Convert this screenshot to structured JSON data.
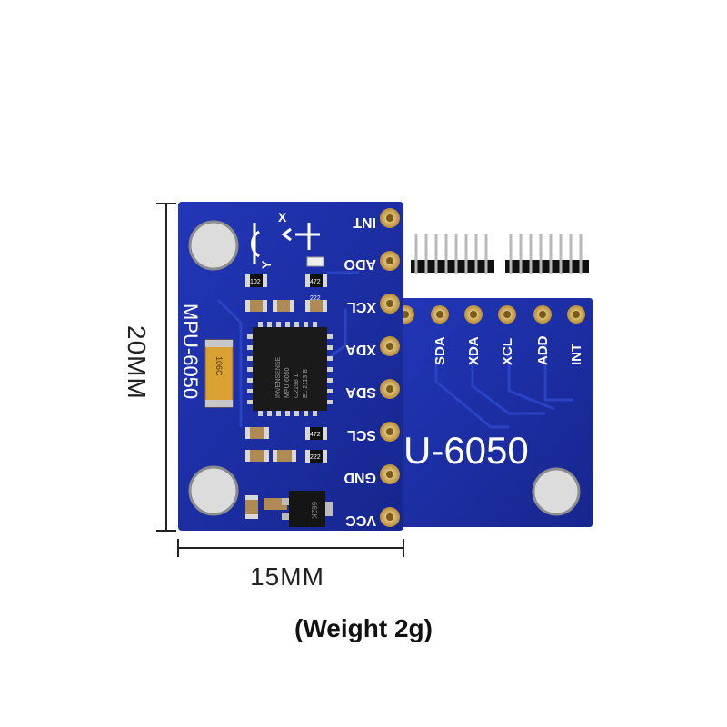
{
  "product": {
    "front_board": {
      "pins": [
        "INT",
        "ADO",
        "XCL",
        "XDA",
        "SDA",
        "SCL",
        "GND",
        "VCC"
      ],
      "model_label": "MPU-6050",
      "axis_labels": {
        "x": "X",
        "y": "Y"
      },
      "resistor_codes": [
        "102",
        "472",
        "472",
        "222",
        "222"
      ],
      "capacitor_code": "106C",
      "chip_marking": [
        "INVENSENSE",
        "MPU-6050",
        "C2198 1",
        "EL 2113 B"
      ],
      "regulator_marking": "662K"
    },
    "back_board": {
      "pins": [
        "SDA",
        "XDA",
        "XCL",
        "ADD",
        "INT"
      ],
      "model_label": "U-6050"
    }
  },
  "dimensions": {
    "height": "20MM",
    "width": "15MM"
  },
  "weight": "(Weight 2g)",
  "colors": {
    "pcb": "#1b2fa8",
    "pcb_dark": "#13207a",
    "pad": "#c9a44c",
    "silk": "#ffffff"
  }
}
